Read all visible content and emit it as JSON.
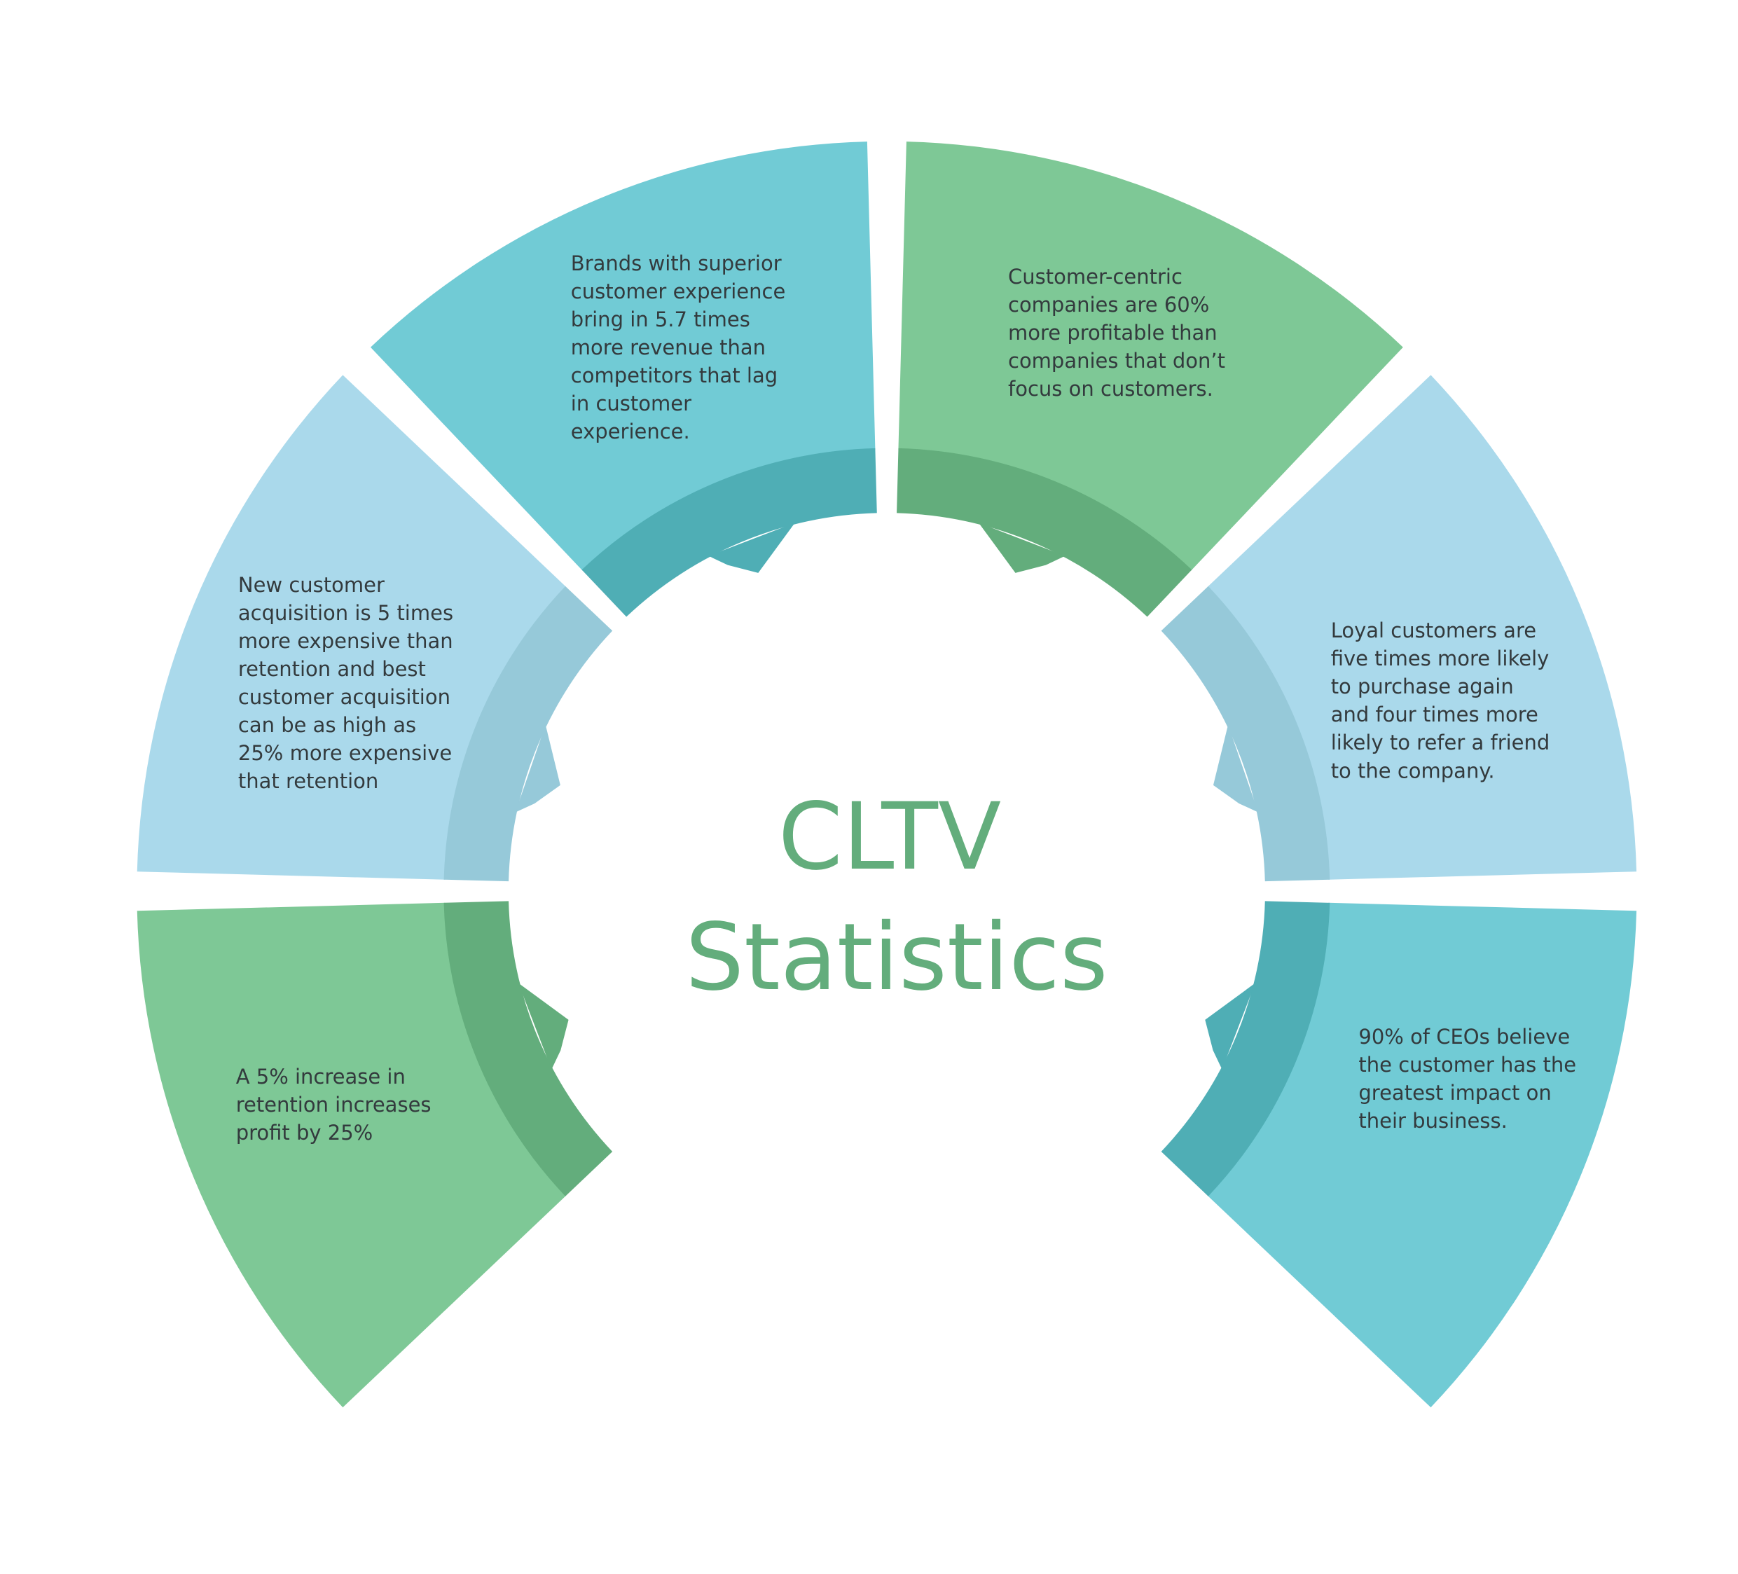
{
  "title": {
    "line1": "CLTV",
    "line2": "Statistics"
  },
  "colors": {
    "teal": "#71cbd5",
    "teal_dark": "#4faeb5",
    "green": "#7ec896",
    "green_dark": "#63ad7c",
    "blue": "#aad9eb",
    "blue_dark": "#96c9d9",
    "text": "#333a3d",
    "title": "#63ad7c"
  },
  "segments": [
    {
      "id": "top-left",
      "color": "teal",
      "lines": [
        "Brands with superior",
        "customer experience",
        "bring in 5.7 times",
        "more revenue than",
        "competitors that lag",
        "in customer",
        "experience."
      ]
    },
    {
      "id": "top-right",
      "color": "green",
      "lines": [
        "Customer-centric",
        "companies are 60%",
        "more profitable than",
        "companies that don’t",
        "focus on customers."
      ]
    },
    {
      "id": "upper-left",
      "color": "blue",
      "lines": [
        "New customer",
        "acquisition is 5 times",
        "more expensive than",
        "retention and best",
        "customer acquisition",
        "can be as high as",
        "25% more expensive",
        "that retention"
      ]
    },
    {
      "id": "upper-right",
      "color": "blue",
      "lines": [
        "Loyal customers are",
        "five times more likely",
        "to purchase again",
        "and four times more",
        "likely to refer a friend",
        "to the company."
      ]
    },
    {
      "id": "lower-left",
      "color": "green",
      "lines": [
        "A   5%   increase   in",
        "retention increases",
        "profit by 25%"
      ]
    },
    {
      "id": "lower-right",
      "color": "teal",
      "lines": [
        "90% of CEOs believe",
        "the customer has the",
        "greatest impact on",
        "their business."
      ]
    }
  ]
}
